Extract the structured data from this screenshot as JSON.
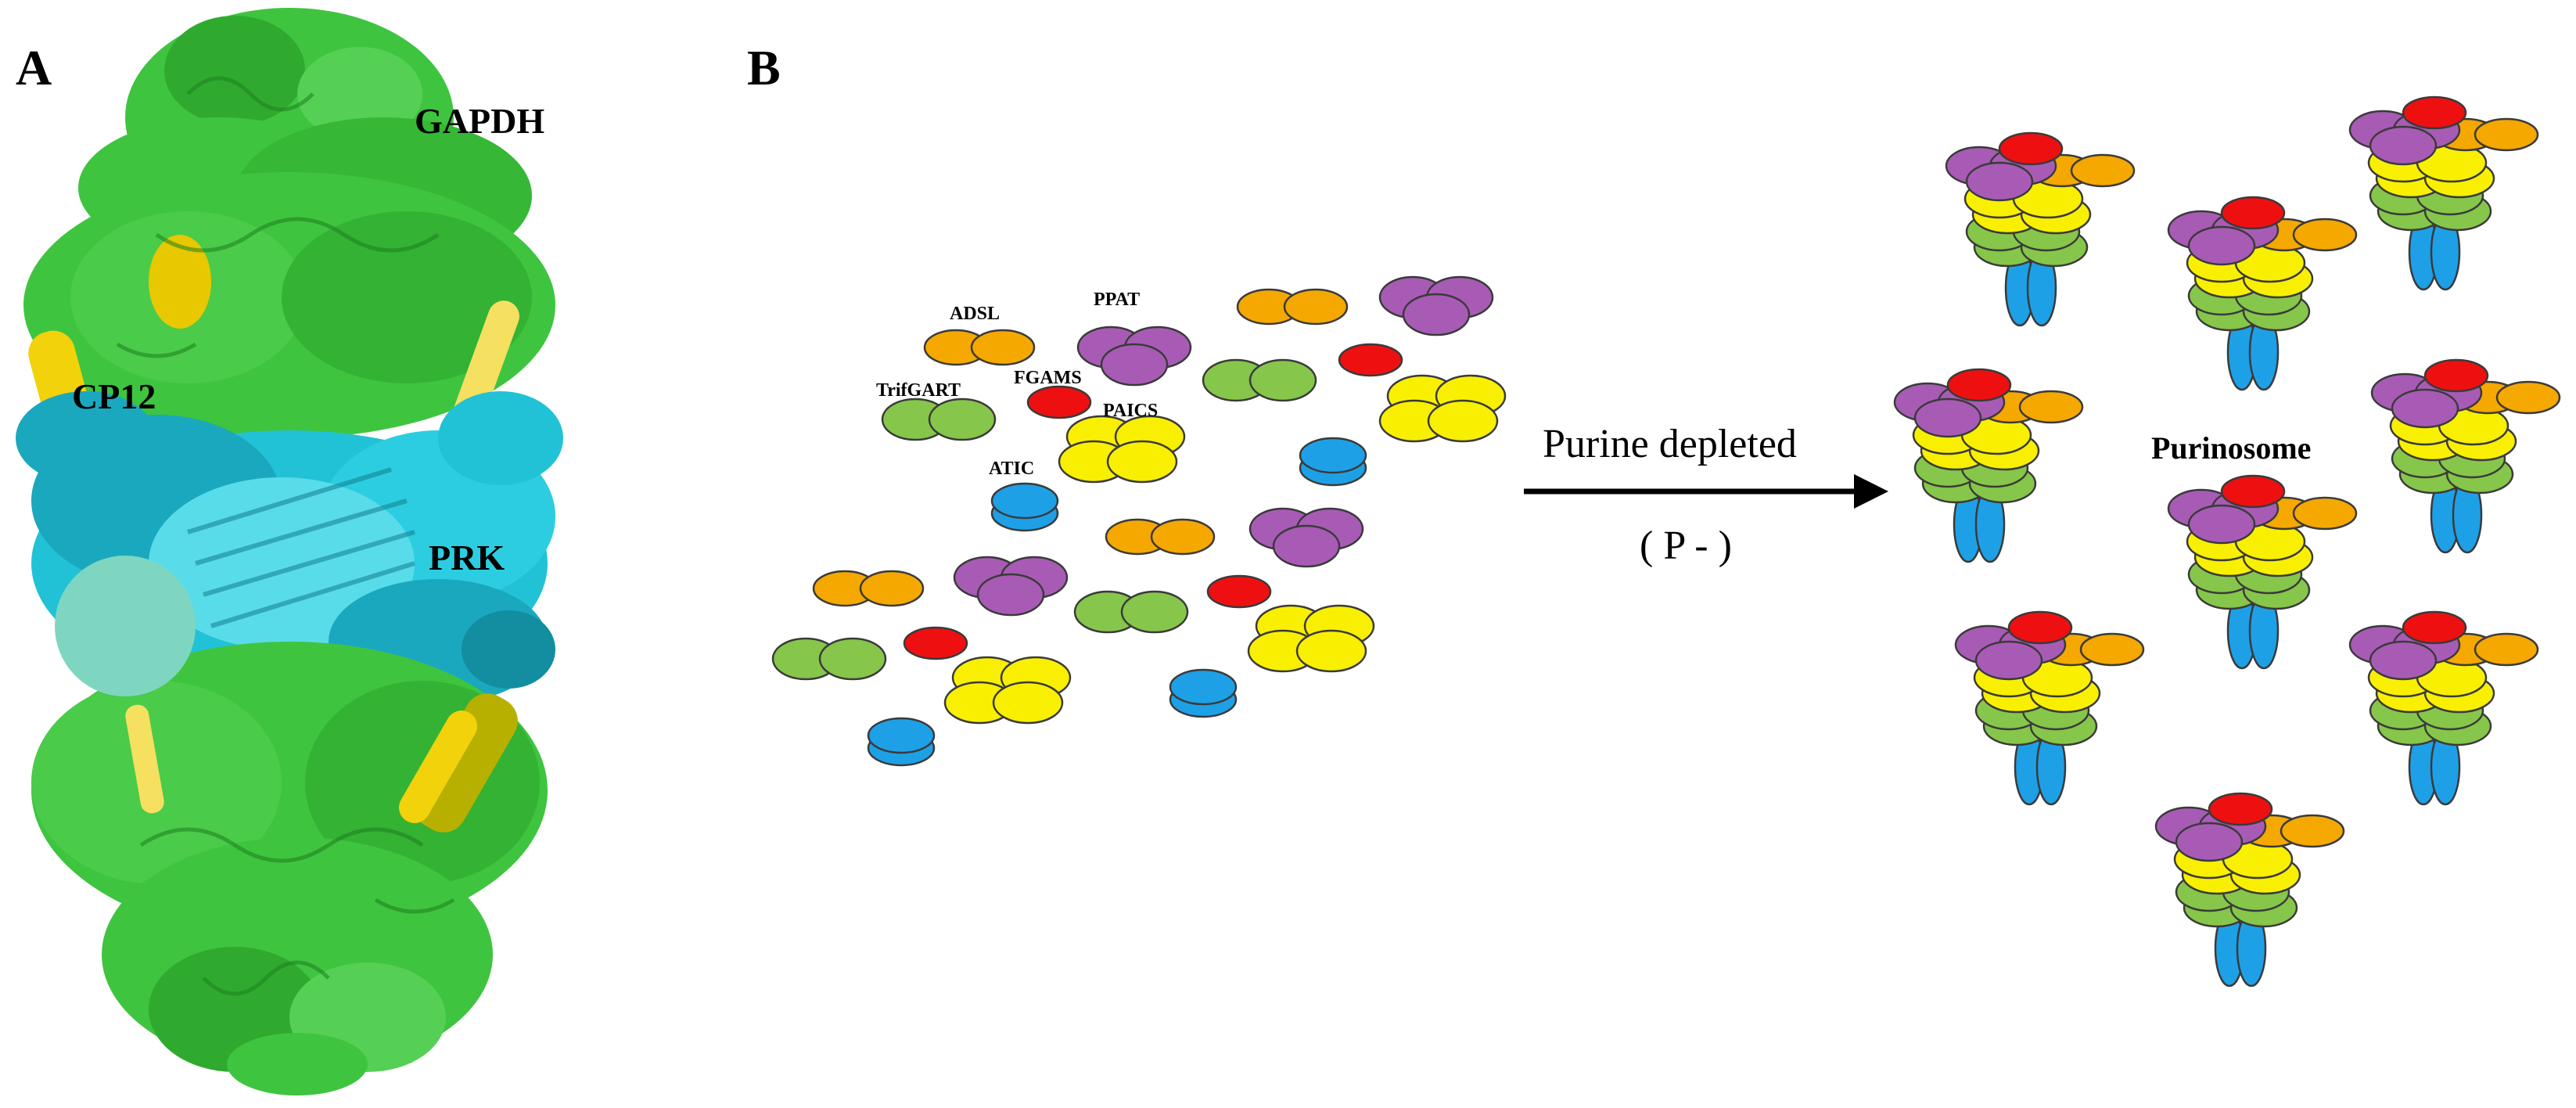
{
  "panels": {
    "a": {
      "label": "A"
    },
    "b": {
      "label": "B"
    }
  },
  "structure_labels": {
    "gapdh": "GAPDH",
    "cp12": "CP12",
    "prk": "PRK"
  },
  "enzyme_labels": {
    "adsl": "ADSL",
    "ppat": "PPAT",
    "trifgart": "TrifGART",
    "fgams": "FGAMS",
    "paics": "PAICS",
    "atic": "ATIC"
  },
  "arrow": {
    "top_label": "Purine depleted",
    "bottom_label": "( P - )"
  },
  "purinosome_label": "Purinosome",
  "colors": {
    "gapdh": "#3fc43f",
    "cp12": "#f2d20a",
    "prk": "#22c2d6",
    "adsl": "#f5a800",
    "ppat": "#a85bb5",
    "trifgart": "#86c64a",
    "fgams": "#ee1010",
    "paics": "#f8f000",
    "atic": "#1ea0e6"
  }
}
